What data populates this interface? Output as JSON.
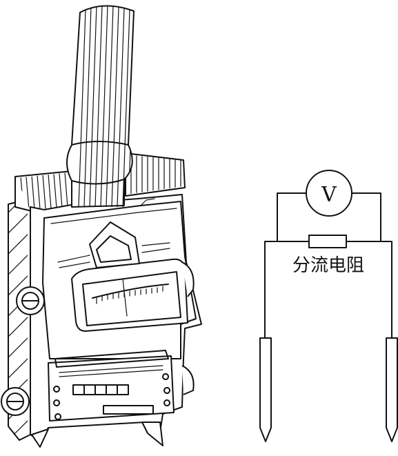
{
  "circuit": {
    "meter_symbol": "V",
    "resistor_label": "分流电阻"
  },
  "icons": {
    "instrument": "clamp-meter-illustration",
    "voltmeter": "voltmeter-circle-symbol",
    "resistor": "resistor-rectangle-symbol",
    "probe": "probe-needle-symbol"
  }
}
